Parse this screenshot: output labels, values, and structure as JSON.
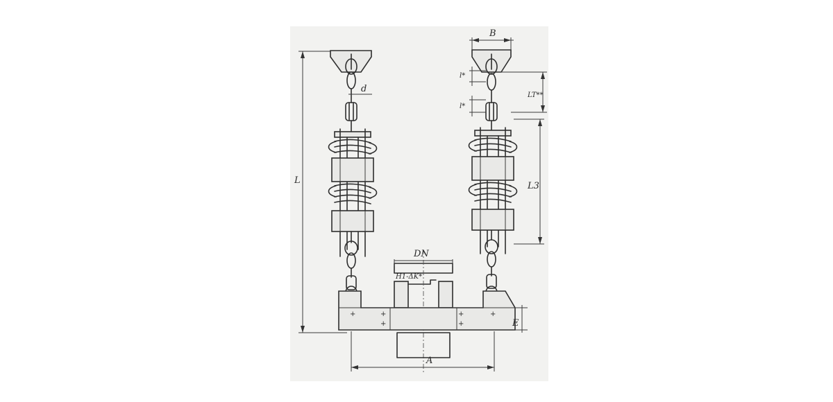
{
  "dimensions": {
    "overall_length": "L",
    "top_bracket_width": "B",
    "rod_diameter": "d",
    "link_length_upper": "l*",
    "link_length_lower": "l*",
    "turnbuckle_length": "LT**",
    "spring_block_length": "L3",
    "pipe_diameter": "DN",
    "weld_note": "H1-ΔK*",
    "clamp_height": "E",
    "hanger_spacing": "A"
  }
}
